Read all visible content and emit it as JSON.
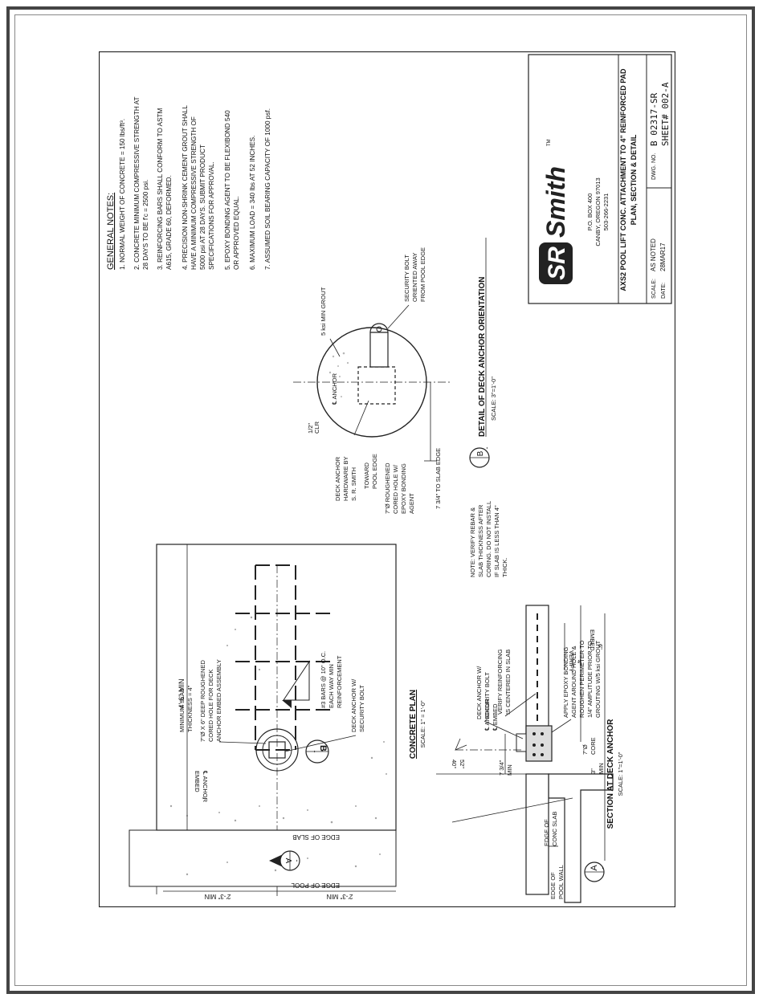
{
  "general_notes": {
    "title": "GENERAL NOTES:",
    "notes": [
      "1.   NORMAL WEIGHT OF CONCRETE = 150 lbs/ft³.",
      "2.   CONCRETE MINIMUM COMPRESSIVE STRENGTH AT",
      "      28 DAYS TO BE f'c = 2500 psi.",
      "3.   REINFORCING BARS SHALL CONFORM TO ASTM",
      "      A615, GRADE 60, DEFORMED.",
      "4.   PRECISION NON-SHRINK CEMENT GROUT SHALL",
      "      HAVE A MINIMUM COMPRESSIVE STRENGTH OF",
      "      5000 psi AT 28 DAYS.  SUBMIT PRODUCT",
      "      SPECIFICATIONS FOR APPROVAL.",
      "5.   EPOXY BONDING AGENT TO BE FLEXIBOND 540",
      "      OR APPROVED EQUAL.",
      "6.   MAXIMUM LOAD = 340 lbs AT 52 INCHES.",
      "7.   ASSUMED SOIL BEARING CAPACITY OF 1000 psf."
    ]
  },
  "title_block": {
    "logo_sr": "SR",
    "logo_smith": "Smith",
    "logo_tm": "TM",
    "address_1": "P.O. BOX 400",
    "address_2": "CANBY, OREGON 97013",
    "phone": "503-266-2231",
    "title_1": "AXS2 POOL LIFT CONC. ATTACHMENT TO 4\" REINFORCED PAD",
    "title_2": "PLAN, SECTION & DETAIL",
    "scale_label": "SCALE:",
    "scale_value": "AS NOTED",
    "date_label": "DATE:",
    "date_value": "28MAR17",
    "dwg_label": "DWG. NO.",
    "dwg_value": "B 02317-SR",
    "sheet_value": "SHEET# 002-A"
  },
  "detail_b": {
    "title": "DETAIL OF DECK ANCHOR ORIENTATION",
    "scale": "SCALE: 3\"=1'-0\"",
    "marker": "B",
    "marker_sub": "-",
    "anchor_cl": "℄ ANCHOR",
    "clr_1": "1/2\"",
    "clr_2": "CLR",
    "grout": "5 ksi MIN GROUT",
    "hw_1": "DECK ANCHOR",
    "hw_2": "HARDWARE BY",
    "hw_3": "S. R. SMITH",
    "toward_1": "TOWARD",
    "toward_2": "POOL EDGE",
    "cored_1": "7\"Ø ROUGHENED",
    "cored_2": "CORED HOLE W/",
    "cored_3": "EPOXY BONDING",
    "cored_4": "AGENT",
    "dist": "7 3/4\" TO SLAB EDGE",
    "bolt_1": "SECURITY BOLT",
    "bolt_2": "ORIENTED AWAY",
    "bolt_3": "FROM POOL EDGE"
  },
  "note": {
    "l1": "NOTE: VERIFY REBAR &",
    "l2": "SLAB THICKNESS AFTER",
    "l3": "CORING. DO NOT INSTALL",
    "l4": "IF SLAB IS LESS THAN 4\"",
    "l5": "THICK."
  },
  "concrete_plan": {
    "title": "CONCRETE PLAN",
    "scale": "SCALE: 1\" = 1'-0\"",
    "dim_min": "4'-6\" MIN",
    "dim_a": "2'-3\" MIN",
    "dim_b": "2'-3\" MIN",
    "min_slab_1": "MINIMUM SLAB",
    "min_slab_2": "THICKNESS = 4\"",
    "hole_1": "7\"Ø X 6\" DEEP ROUGHENED",
    "hole_2": "CORED HOLE FOR DECK",
    "hole_3": "ANCHOR EMBED ASSEMBLY",
    "bars_1": "#3 BARS @ 10\" O.C.",
    "bars_2": "EACH WAY MIN",
    "bars_3": "REINFORCEMENT",
    "anchor_1": "DECK ANCHOR W/",
    "anchor_2": "SECURITY BOLT",
    "embed": "℄ ANCHOR",
    "embed_2": "EMBED",
    "edge_slab": "EDGE OF SLAB",
    "edge_pool": "EDGE OF POOL",
    "marker_a": "A",
    "marker_b": "B",
    "marker_sub": "-"
  },
  "section_a": {
    "title": "SECTION AT DECK ANCHOR",
    "scale": "SCALE: 1\"=1'-0\"",
    "marker": "A",
    "marker_sub": "-",
    "edge_conc_1": "EDGE OF",
    "edge_conc_2": "CONC SLAB",
    "edge_pool_1": "EDGE OF",
    "edge_pool_2": "POOL WALL",
    "dist_1": "7 3/4\"",
    "dist_2": "MIN",
    "angle_1": "40°",
    "angle_2": "52\"",
    "anchor_1": "℄ ANCHOR",
    "anchor_2": "℄ EMBED",
    "dk_1": "DECK ANCHOR W/",
    "dk_2": "SECURITY BOLT",
    "verify_1": "VERIFY REINFORCING",
    "verify_2": "IS CENTERED IN SLAB",
    "epoxy_1": "APPLY EPOXY BONDING",
    "epoxy_2": "AGENT AROUND HOLE &",
    "epoxy_3": "ROUGHEN PERIMETER TO",
    "epoxy_4": "1/4\" AMPLITUDE PRIOR TO",
    "epoxy_5": "GROUTING W/5 ksi GROUT",
    "core_1": "7\"Ø",
    "core_2": "CORE",
    "min_1": "3\"",
    "min_2": "MIN",
    "embed_label": "EMBED",
    "embed_val": "6\"",
    "verify_label": "VERIFY",
    "verify_val": "4\""
  }
}
